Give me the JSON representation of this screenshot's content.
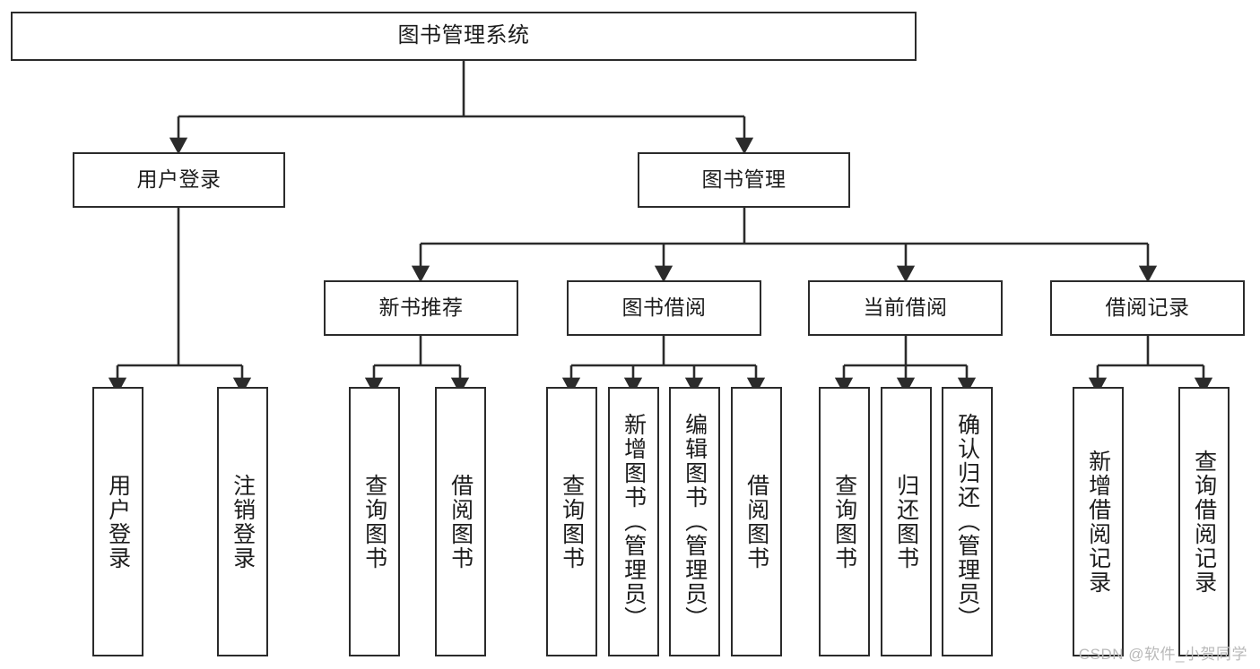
{
  "diagram": {
    "title": "图书管理系统",
    "watermark": "CSDN @软件_小贺同学",
    "colors": {
      "stroke": "#2b2b2b",
      "fill": "#ffffff",
      "text": "#1c1c1c",
      "watermark": "#b9b9b9"
    },
    "nodes": {
      "root": {
        "label": "图书管理系统"
      },
      "level2": [
        {
          "label": "用户登录"
        },
        {
          "label": "图书管理"
        }
      ],
      "level3": [
        {
          "label": "新书推荐"
        },
        {
          "label": "图书借阅"
        },
        {
          "label": "当前借阅"
        },
        {
          "label": "借阅记录"
        }
      ],
      "leaves": {
        "user_login": [
          {
            "label": "用户登录"
          },
          {
            "label": "注销登录"
          }
        ],
        "new_book": [
          {
            "label": "查询图书"
          },
          {
            "label": "借阅图书"
          }
        ],
        "borrow_book": [
          {
            "label": "查询图书"
          },
          {
            "label": "新增图书（管理员）"
          },
          {
            "label": "编辑图书（管理员）"
          },
          {
            "label": "借阅图书"
          }
        ],
        "current_borrow": [
          {
            "label": "查询图书"
          },
          {
            "label": "归还图书"
          },
          {
            "label": "确认归还（管理员）"
          }
        ],
        "borrow_record": [
          {
            "label": "新增借阅记录"
          },
          {
            "label": "查询借阅记录"
          }
        ]
      }
    }
  }
}
